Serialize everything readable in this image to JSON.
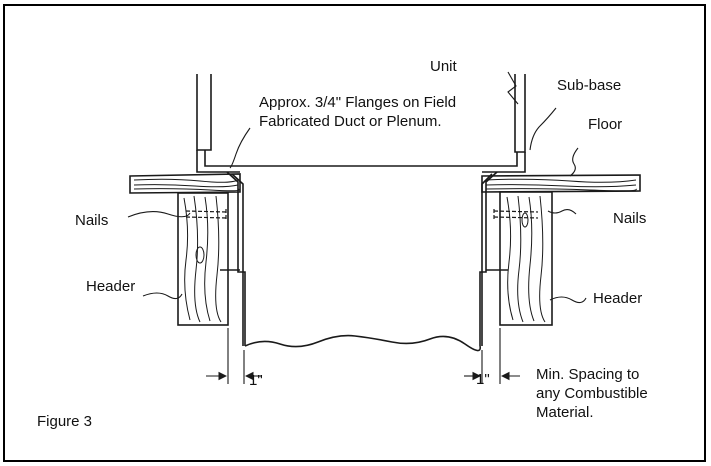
{
  "labels": {
    "unit": "Unit",
    "sub_base": "Sub-base",
    "floor": "Floor",
    "flanges_line1": "Approx. 3/4\" Flanges on Field",
    "flanges_line2": "Fabricated Duct or Plenum.",
    "nails_left": "Nails",
    "nails_right": "Nails",
    "header_left": "Header",
    "header_right": "Header",
    "spacing_left": "1\"",
    "spacing_right": "1\"",
    "min_spacing_line1": "Min. Spacing to",
    "min_spacing_line2": "any Combustible",
    "min_spacing_line3": "Material.",
    "figure": "Figure 3"
  },
  "colors": {
    "line": "#1a1a1a",
    "background": "#ffffff"
  }
}
